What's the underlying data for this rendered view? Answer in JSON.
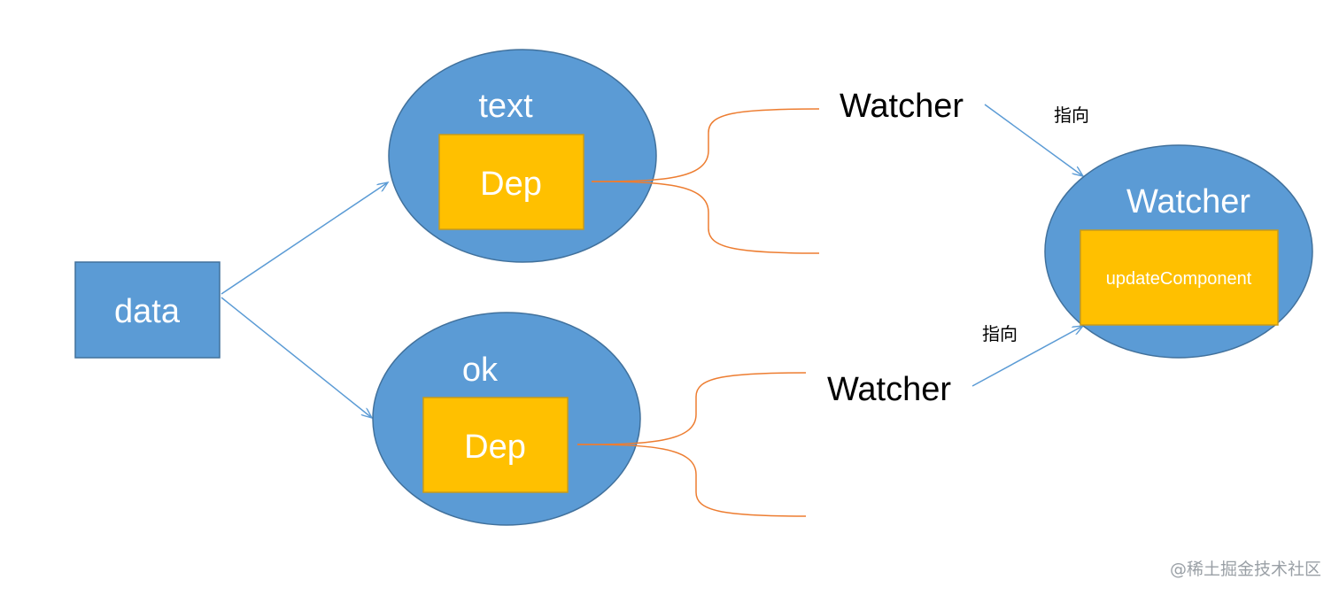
{
  "diagram": {
    "data_node": {
      "label": "data"
    },
    "top_ellipse": {
      "label": "text",
      "dep_label": "Dep"
    },
    "bottom_ellipse": {
      "label": "ok",
      "dep_label": "Dep"
    },
    "watcher_top": {
      "label": "Watcher"
    },
    "watcher_bottom": {
      "label": "Watcher"
    },
    "watcher_main": {
      "label": "Watcher",
      "inner_label": "updateComponent"
    },
    "pointer_top": {
      "label": "指向"
    },
    "pointer_bottom": {
      "label": "指向"
    },
    "watermark": "@稀土掘金技术社区"
  },
  "colors": {
    "node_blue": "#5b9bd5",
    "node_border": "#41719c",
    "dep_yellow": "#ffc000",
    "dep_border": "#c89b1a",
    "arrow_blue": "#5b9bd5",
    "bracket_orange": "#ed7d31"
  }
}
